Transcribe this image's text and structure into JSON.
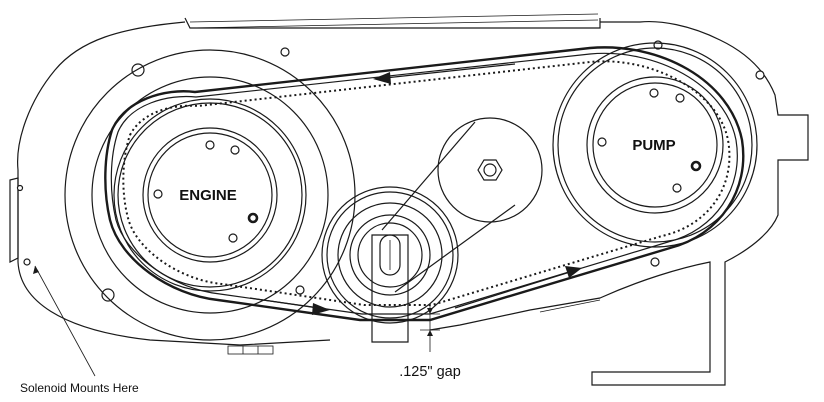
{
  "labels": {
    "engine": "ENGINE",
    "pump": "PUMP",
    "gap": ".125\" gap",
    "solenoid": "Solenoid Mounts Here"
  },
  "colors": {
    "line": "#1a1a1a",
    "background": "#ffffff"
  }
}
